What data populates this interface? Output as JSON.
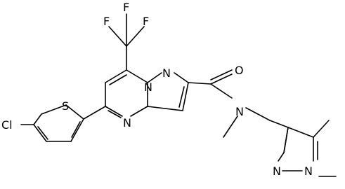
{
  "molecule": {
    "atoms": {
      "cl": "Cl",
      "s": "S",
      "n_ring_upper": "N",
      "n_ring_lower": "N",
      "n_pyrazolo": "N",
      "f1": "F",
      "f2": "F",
      "f3": "F",
      "o": "O",
      "n_amide": "N",
      "n_pyrazole_a": "N",
      "n_pyrazole_b": "N"
    }
  }
}
